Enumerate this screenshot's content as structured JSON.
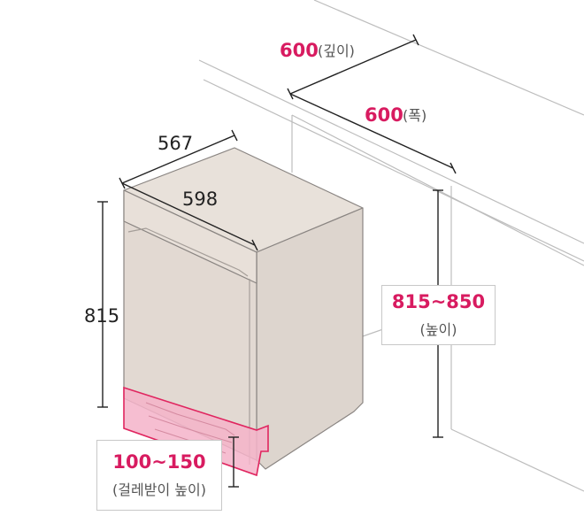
{
  "dimensions": {
    "cabinet_depth": {
      "value": "600",
      "unit_note": "(깊이)"
    },
    "cabinet_width": {
      "value": "600",
      "unit_note": "(폭)"
    },
    "cabinet_height": {
      "value": "815~850",
      "unit_note": "(높이)"
    },
    "appliance_depth": "567",
    "appliance_width": "598",
    "appliance_height": "815",
    "kick_plate": {
      "value": "100~150",
      "unit_note": "(걸레받이 높이)"
    }
  },
  "colors": {
    "accent": "#d81b60",
    "appliance": "#e4dcd5",
    "appliance_edge": "#8a8582",
    "kick_highlight": "#f0a0bc",
    "line": "#222222"
  }
}
